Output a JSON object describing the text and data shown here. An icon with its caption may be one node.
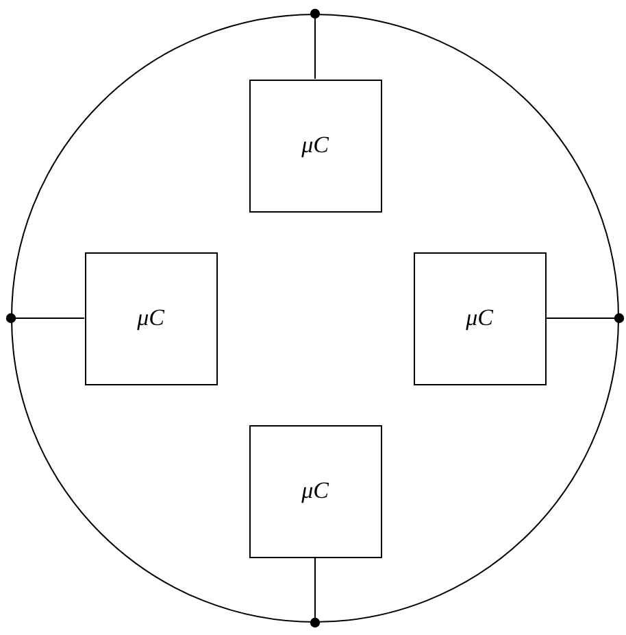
{
  "diagram": {
    "nodes": [
      {
        "text": [],
        "shape": "circle"
      },
      {
        "text": [
          "μC"
        ],
        "in": 0
      },
      {
        "text": [
          "μC"
        ],
        "in": 0
      },
      {
        "text": [
          "μC"
        ],
        "in": 0
      },
      {
        "text": [
          "μC"
        ],
        "in": 0
      }
    ],
    "edges": [
      {
        "from": 1,
        "to": 0,
        "arrow": "other"
      },
      {
        "from": 2,
        "to": 0,
        "arrow": "other"
      },
      {
        "from": 3,
        "to": 0,
        "arrow": "other"
      },
      {
        "from": 4,
        "to": 0,
        "arrow": "other"
      }
    ]
  }
}
